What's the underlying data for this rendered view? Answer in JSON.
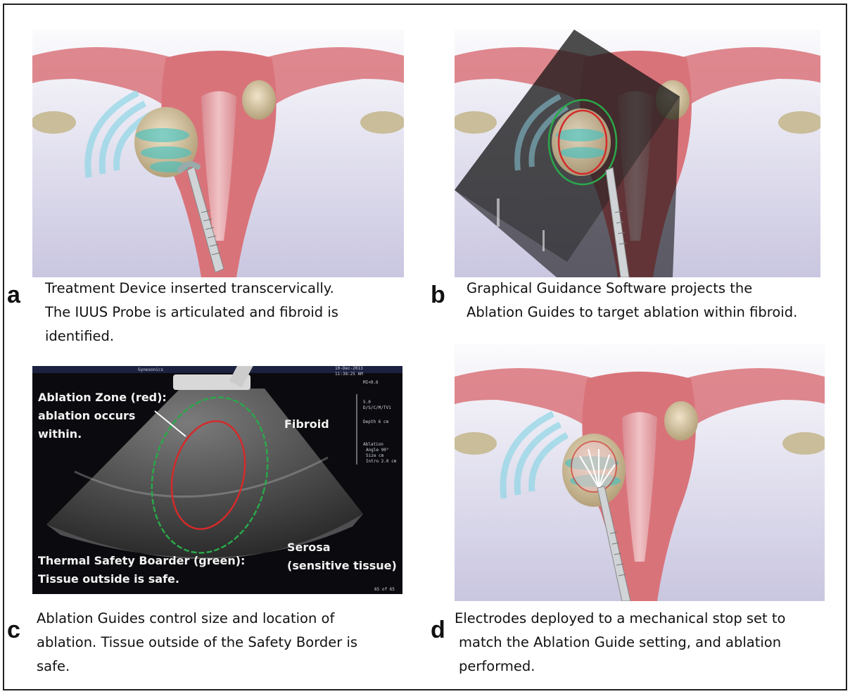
{
  "panels": {
    "a": {
      "letter": "a",
      "caption": [
        "Treatment Device inserted transcervically.",
        "The IUUS Probe is articulated and fibroid is",
        "identified."
      ]
    },
    "b": {
      "letter": "b",
      "caption": [
        "Graphical Guidance Software projects the",
        "Ablation Guides to target ablation within fibroid."
      ]
    },
    "c": {
      "letter": "c",
      "caption": [
        "Ablation Guides control size and location of",
        "ablation.  Tissue outside of the Safety Border is",
        "safe."
      ],
      "labels": {
        "ablation_zone": [
          "Ablation Zone (red):",
          "ablation occurs",
          "within."
        ],
        "fibroid": "Fibroid",
        "thermal": [
          "Thermal Safety Boarder (green):",
          "Tissue outside is safe."
        ],
        "serosa": [
          "Serosa",
          "(sensitive tissue)"
        ]
      },
      "screen_text": {
        "brand": "Gynesonics",
        "datetime": [
          "10-Dec-2013",
          "11:38:25 AM"
        ],
        "mi": "MI<0.6",
        "settings": [
          "5.0",
          "D/S/C/M/TV1",
          "Depth 6 cm"
        ],
        "ablation": [
          "Ablation",
          "Angle 90°",
          "Size  cm",
          "Intro 2.0 cm"
        ],
        "frame": "65 of 65"
      }
    },
    "d": {
      "letter": "d",
      "caption": [
        "Electrodes deployed to a mechanical stop set to",
        "match the Ablation Guide setting, and ablation",
        "performed."
      ]
    }
  },
  "colors": {
    "uterus": "#d9737a",
    "uterus_dark": "#b9575f",
    "background": "#eceef5",
    "fibroid": "#d8c9a6",
    "wave": "#8fd6e6",
    "ablation_zone": "#d42a2a",
    "safety_border": "#2aa84a"
  }
}
